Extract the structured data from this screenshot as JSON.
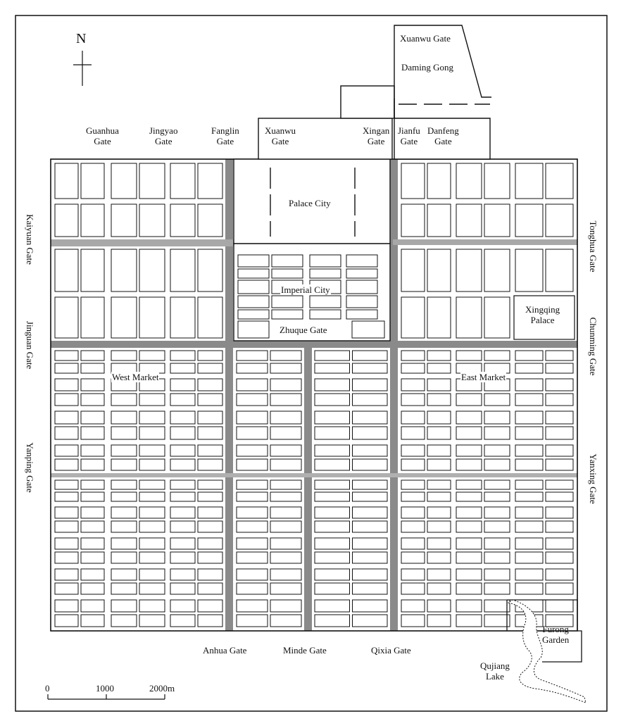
{
  "north_label": "N",
  "gates_north": {
    "guanhua": [
      "Guanhua",
      "Gate"
    ],
    "jingyao": [
      "Jingyao",
      "Gate"
    ],
    "fanglin": [
      "Fanglin",
      "Gate"
    ],
    "xuanwu": [
      "Xuanwu",
      "Gate"
    ],
    "xingan": [
      "Xingan",
      "Gate"
    ],
    "jianfu": [
      "Jianfu",
      "Gate"
    ],
    "danfeng": [
      "Danfeng",
      "Gate"
    ]
  },
  "daming": {
    "gate": "Xuanwu Gate",
    "name": "Daming Gong"
  },
  "gates_west": [
    "Kaiyuan Gate",
    "Jinguan Gate",
    "Yanping Gate"
  ],
  "gates_east": [
    "Tonghua Gate",
    "Chunming Gate",
    "Yanxing Gate"
  ],
  "gates_south": [
    "Anhua Gate",
    "Minde Gate",
    "Qixia Gate"
  ],
  "areas": {
    "palace_city": "Palace City",
    "imperial_city": "Imperial City",
    "zhuque_gate": "Zhuque Gate",
    "xingqing": [
      "Xingqing",
      "Palace"
    ],
    "west_market": "West Market",
    "east_market": "East Market",
    "furong": [
      "Furong",
      "Garden"
    ],
    "qujiang": [
      "Qujiang",
      "Lake"
    ]
  },
  "scale": {
    "ticks": [
      "0",
      "1000",
      "2000m"
    ]
  },
  "colors": {
    "ink": "#111111",
    "avenue": "#8a8a8a",
    "street": "#b8b8b8"
  }
}
